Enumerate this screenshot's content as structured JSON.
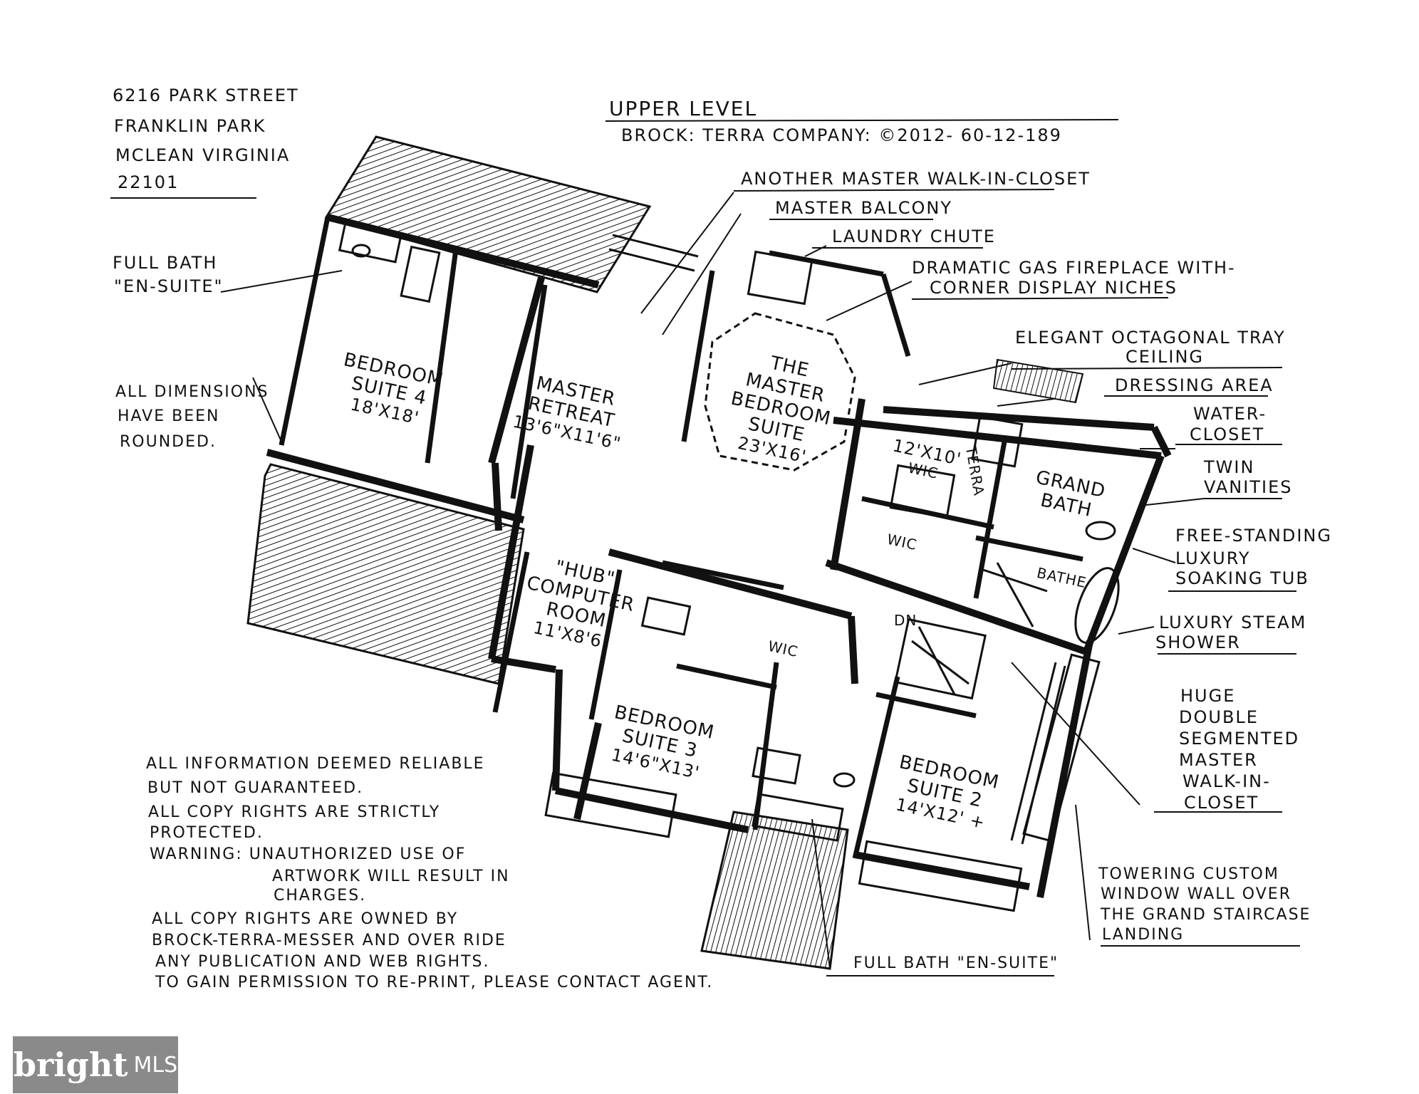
{
  "address": [
    "6216 Park Street",
    "Franklin Park",
    "McLean Virginia",
    "22101"
  ],
  "header": {
    "level": "Upper Level",
    "company": "Brock: Terra Company: ©2012- 60-12-189"
  },
  "callouts_top": [
    "Another Master Walk-in-Closet",
    "Master Balcony",
    "Laundry Chute",
    "Dramatic Gas Fireplace with-",
    "Corner Display Niches"
  ],
  "callouts_right": [
    "Elegant Octagonal Tray",
    "Ceiling",
    "Dressing Area",
    "Water-",
    "Closet",
    "Twin",
    "Vanities",
    "Free-Standing",
    "Luxury",
    "Soaking Tub",
    "Luxury Steam",
    "Shower",
    "Huge",
    "Double",
    "Segmented",
    "Master",
    "Walk-in-",
    "Closet"
  ],
  "callouts_left": {
    "full_bath_1": "Full Bath",
    "full_bath_2": "\"En-Suite\"",
    "dims_1": "All Dimensions",
    "dims_2": "Have Been",
    "dims_3": "Rounded."
  },
  "bottom_callouts": {
    "window_1": "Towering Custom",
    "window_2": "Window Wall Over",
    "window_3": "The Grand Staircase",
    "window_4": "Landing",
    "full_bath": "Full Bath \"En-Suite\""
  },
  "disclaimer": [
    "All Information Deemed Reliable",
    "But Not Guaranteed.",
    "All Copy Rights Are Strictly",
    "Protected.",
    "Warning: Unauthorized Use of",
    "Artwork Will Result in",
    "Charges.",
    "All Copy Rights Are Owned By",
    "Brock-Terra-Messer and Over Ride",
    "Any Publication and Web Rights.",
    "To Gain Permission to Re-Print, Please Contact Agent."
  ],
  "rooms": {
    "suite4": {
      "name1": "Bedroom",
      "name2": "Suite 4",
      "dim": "18'x18'"
    },
    "retreat": {
      "name1": "Master",
      "name2": "Retreat",
      "dim": "13'6\"x11'6\""
    },
    "master": {
      "name1": "The",
      "name2": "Master",
      "name3": "Bedroom",
      "name4": "Suite",
      "dim": "23'x16'"
    },
    "wic1": {
      "dim": "12'x10'",
      "name": "WIC"
    },
    "wic2": {
      "name": "WIC"
    },
    "wic3": {
      "name": "WIC"
    },
    "terrace": {
      "name": "Terra"
    },
    "grandbath": {
      "name1": "Grand",
      "name2": "Bath"
    },
    "bathe": {
      "name": "Bathe"
    },
    "hub": {
      "name1": "\"Hub\"",
      "name2": "Computer",
      "name3": "Room",
      "dim": "11'x8'6\""
    },
    "suite3": {
      "name1": "Bedroom",
      "name2": "Suite 3",
      "dim": "14'6\"x13'"
    },
    "suite2": {
      "name1": "Bedroom",
      "name2": "Suite 2",
      "dim": "14'x12' +"
    },
    "dn": {
      "name": "DN"
    }
  },
  "brand": {
    "main": "bright",
    "mls": "MLS"
  }
}
